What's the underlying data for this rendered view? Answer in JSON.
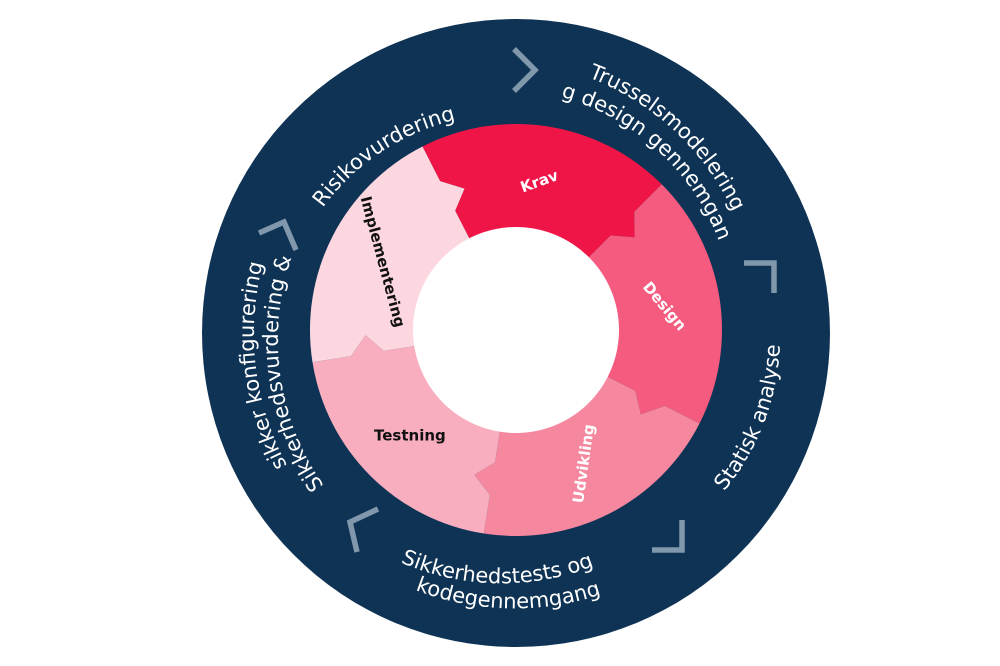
{
  "outer_ring": {
    "color": "#0f3355",
    "chevron_color": "#8197ab",
    "labels": {
      "risk": "Risikovurdering",
      "threat_line1": "Trusselsmodelering",
      "threat_line2": "og design gennemgang",
      "static": "Statisk analyse",
      "tests_line1": "Sikkerhedstests og",
      "tests_line2": "kodegennemgang",
      "assess_line1": "Sikkerhedsvurdering &",
      "assess_line2": "sikker konfigurering"
    }
  },
  "inner_ring": {
    "segments": [
      {
        "label": "Krav",
        "color": "#ef1547",
        "text_color": "#ffffff"
      },
      {
        "label": "Design",
        "color": "#f45b7e",
        "text_color": "#ffffff"
      },
      {
        "label": "Udvikling",
        "color": "#f5879f",
        "text_color": "#ffffff"
      },
      {
        "label": "Testning",
        "color": "#f8aebf",
        "text_color": "#111111"
      },
      {
        "label": "Implementering",
        "color": "#fdd7e0",
        "text_color": "#111111"
      }
    ]
  }
}
